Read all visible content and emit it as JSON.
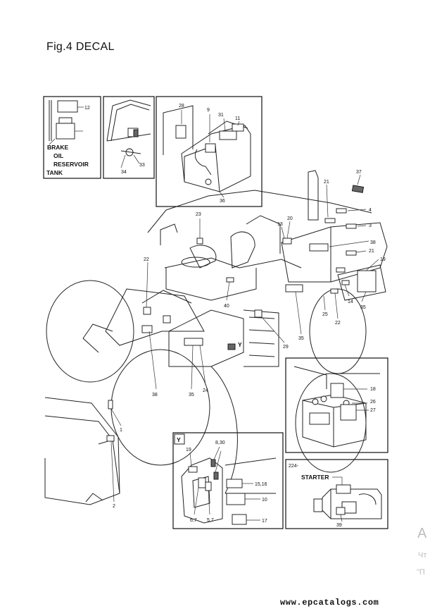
{
  "title": "Fig.4  DECAL",
  "footer": "www.epcatalogs.com",
  "watermark": {
    "line1": "A",
    "line2": "Чт",
    "line3": "\"П"
  },
  "inset_brake": {
    "label_lines": [
      "BRAKE",
      "OIL",
      "RESERVOIR",
      "TANK"
    ],
    "callouts": [
      "12"
    ]
  },
  "inset_dash": {
    "callouts": [
      "34",
      "33"
    ]
  },
  "inset_console": {
    "callouts": [
      "28",
      "9",
      "31",
      "11",
      "36"
    ]
  },
  "inset_battery": {
    "callouts": [
      "18",
      "26",
      "27"
    ]
  },
  "inset_y": {
    "tag": "Y",
    "callouts": [
      "19",
      "8,30",
      "15,16",
      "10",
      "6,7",
      "5,7",
      "17"
    ]
  },
  "inset_starter": {
    "tag": "224-",
    "label": "STARTER",
    "callouts": [
      "39"
    ]
  },
  "main_callouts": [
    "37",
    "21",
    "4",
    "3",
    "20",
    "13",
    "38",
    "21",
    "19",
    "23",
    "22",
    "40",
    "14",
    "35",
    "22",
    "25",
    "Y",
    "29",
    "35",
    "38",
    "35",
    "24",
    "1",
    "2"
  ]
}
